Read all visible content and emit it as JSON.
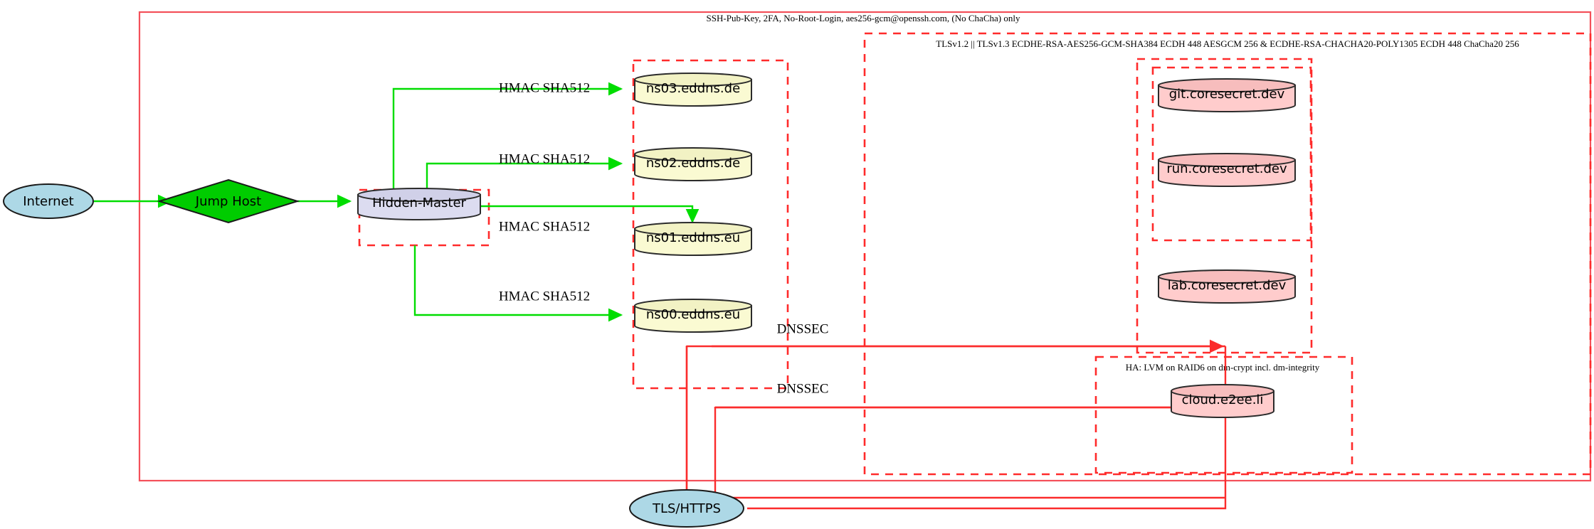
{
  "diagram": {
    "title_label": "SSH-Pub-Key, 2FA, No-Root-Login, aes256-gcm@openssh.com, (No ChaCha) only",
    "clusters": {
      "tls_policy": "TLSv1.2 || TLSv1.3 ECDHE-RSA-AES256-GCM-SHA384 ECDH 448 AESGCM 256 & ECDHE-RSA-CHACHA20-POLY1305 ECDH 448 ChaCha20 256",
      "ha_storage": "HA: LVM on RAID6 on dm-crypt incl. dm-integrity"
    },
    "nodes": {
      "internet": "Internet",
      "jump_host": "Jump Host",
      "hidden_master": "Hidden-Master",
      "ns03": "ns03.eddns.de",
      "ns02": "ns02.eddns.de",
      "ns01": "ns01.eddns.eu",
      "ns00": "ns00.eddns.eu",
      "git": "git.coresecret.dev",
      "run": "run.coresecret.dev",
      "lab": "lab.coresecret.dev",
      "cloud": "cloud.e2ee.li",
      "tls_https": "TLS/HTTPS"
    },
    "edge_labels": {
      "hmac_ns03": "HMAC SHA512",
      "hmac_ns02": "HMAC SHA512",
      "hmac_ns01": "HMAC SHA512",
      "hmac_ns00": "HMAC SHA512",
      "dnssec_upper": "DNSSEC",
      "dnssec_lower": "DNSSEC"
    },
    "colors": {
      "edge_green": "#00dd00",
      "edge_red": "#fb2c2c",
      "cluster_red": "#ff2b2b",
      "dns_node_fill": "#fafad2",
      "service_node_fill": "#ffcccc",
      "master_node_fill": "#dcdcf0",
      "endpoint_fill": "#add8e6",
      "jump_fill": "#00cc00"
    }
  }
}
